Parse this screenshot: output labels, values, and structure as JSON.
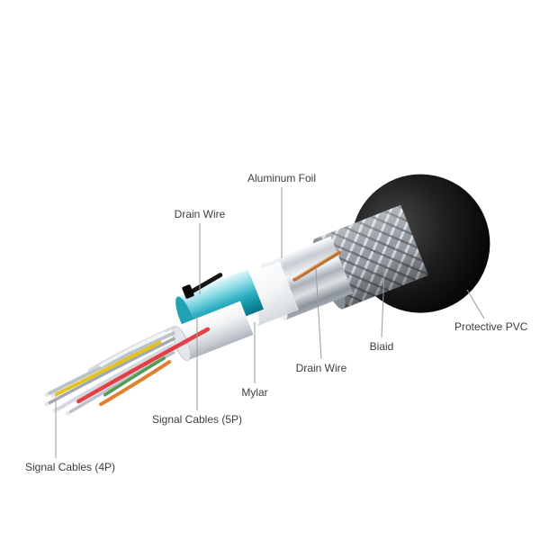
{
  "page": {
    "background": "#ffffff"
  },
  "diagram": {
    "type": "cable-cutaway",
    "labels": {
      "aluminum_foil": "Aluminum Foil",
      "drain_wire_top": "Drain Wire",
      "protective_pvc": "Protective PVC",
      "braid": "Biaid",
      "drain_wire_bottom": "Drain Wire",
      "mylar": "Mylar",
      "signal_cables_5p": "Signal Cables (5P)",
      "signal_cables_4p": "Signal Cables (4P)"
    },
    "colors": {
      "jacket": "#0d0d0d",
      "braid": "#949ba2",
      "foil": "#d9dde2",
      "mylar": "#f3f5f7",
      "jacket_5p": "#2fb0c3",
      "jacket_4p": "#eef0f2",
      "drain_wire_copper": "#b87333",
      "drain_wire_copper_highlight": "#eaa869",
      "drain_wire_black": "#161616",
      "wire_yellow": "#e2c41f",
      "wire_red": "#e23f46",
      "wire_orange": "#e0802f",
      "wire_green": "#4f9e52",
      "wire_white": "#f2f3f5",
      "wire_silver_light": "#d5d9dd",
      "wire_silver": "#bcc2c8",
      "wire_silver_dark": "#a3a9b0",
      "leader_line": "#9b9b9b",
      "label_text": "#3d3d3d"
    }
  }
}
